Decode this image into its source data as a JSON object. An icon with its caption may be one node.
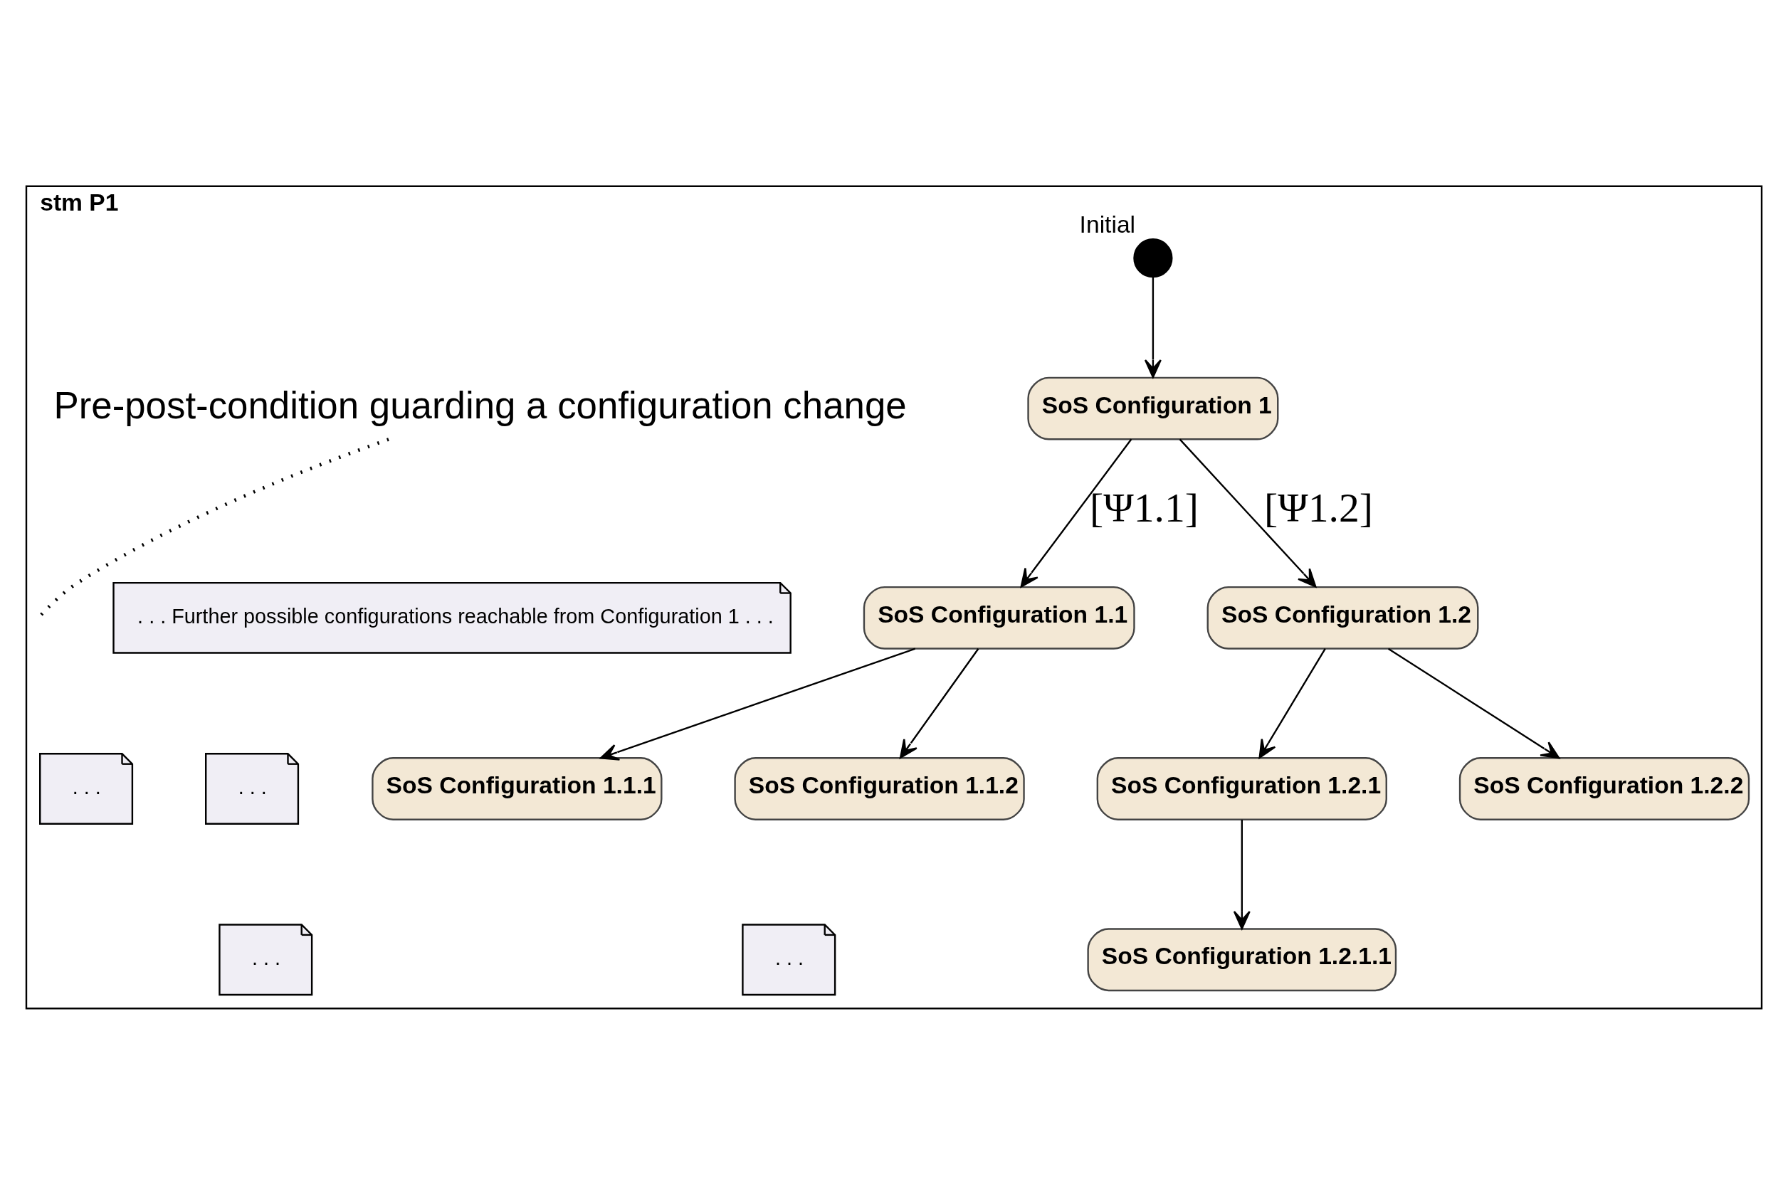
{
  "diagram": {
    "nodes": [
      {
        "text": [
          "stm P1"
        ]
      },
      {
        "text": [],
        "shape": "circle",
        "beside": [
          "Initial"
        ],
        "in": 0
      },
      {
        "text": [
          "SoS Configuration 1"
        ],
        "in": 0
      },
      {
        "text": [
          "SoS Configuration 1.1"
        ],
        "in": 0
      },
      {
        "text": [
          "SoS Configuration 1.2"
        ],
        "in": 0
      },
      {
        "text": [
          ". . . Further possible configurations reachable from Configuration 1 . . ."
        ],
        "in": 0
      },
      {
        "text": [
          "SoS Configuration 1.1.1"
        ],
        "in": 0
      },
      {
        "text": [
          "SoS Configuration 1.1.2"
        ],
        "in": 0
      },
      {
        "text": [
          ". . ."
        ],
        "in": 0
      },
      {
        "text": [
          "SoS Configuration 1.2.1"
        ],
        "in": 0
      },
      {
        "text": [
          "SoS Configuration 1.2.2"
        ],
        "in": 0
      },
      {
        "text": [
          ". . ."
        ],
        "in": 0
      },
      {
        "text": [
          ". . ."
        ],
        "in": 0
      },
      {
        "text": [
          "SoS Configuration 1.2.1.1"
        ],
        "in": 0
      },
      {
        "text": [
          ". . ."
        ],
        "in": 0
      },
      {
        "text": [
          "Pre-post-condition guarding a configuration change"
        ],
        "in": 0
      }
    ],
    "edges": [
      {
        "from": 1,
        "to": 2,
        "arrow": "to"
      },
      {
        "from": 2,
        "to": 3,
        "arrow": "to",
        "label": "[Ψ1.1]"
      },
      {
        "from": 2,
        "to": 4,
        "arrow": "to",
        "label": "[Ψ1.2]"
      },
      {
        "from": 3,
        "to": 6,
        "arrow": "to"
      },
      {
        "from": 3,
        "to": 7,
        "arrow": "to"
      },
      {
        "from": 4,
        "to": 9,
        "arrow": "to"
      },
      {
        "from": 4,
        "to": 10,
        "arrow": "to"
      },
      {
        "from": 9,
        "to": 13,
        "arrow": "to"
      },
      {
        "from": 15,
        "to": null,
        "arrow": "none",
        "style": "dashed"
      }
    ]
  }
}
